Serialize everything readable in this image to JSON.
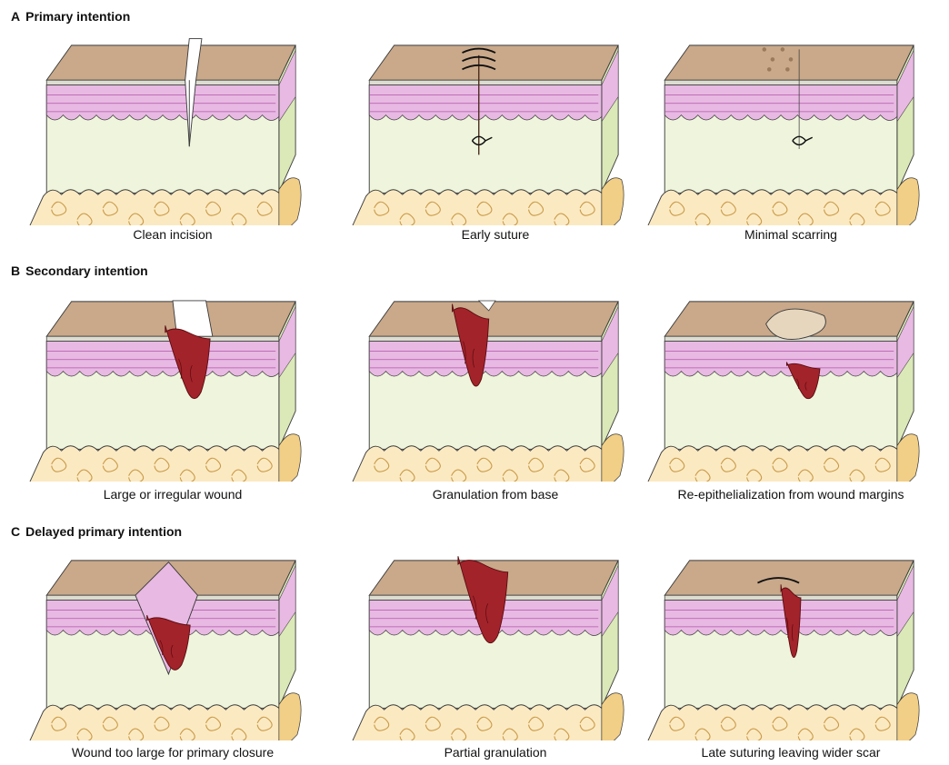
{
  "sections": [
    {
      "letter": "A",
      "title": "Primary intention",
      "panels": [
        {
          "caption": "Clean incision",
          "type": "incision"
        },
        {
          "caption": "Early suture",
          "type": "suture"
        },
        {
          "caption": "Minimal scarring",
          "type": "scar"
        }
      ]
    },
    {
      "letter": "B",
      "title": "Secondary intention",
      "panels": [
        {
          "caption": "Large or irregular wound",
          "type": "large-wound"
        },
        {
          "caption": "Granulation from base",
          "type": "granulation"
        },
        {
          "caption": "Re-epithelialization from wound margins",
          "type": "reepithelial"
        }
      ]
    },
    {
      "letter": "C",
      "title": "Delayed primary intention",
      "panels": [
        {
          "caption": "Wound too large for primary closure",
          "type": "open-wound"
        },
        {
          "caption": "Partial granulation",
          "type": "partial-granulation"
        },
        {
          "caption": "Late suturing leaving wider scar",
          "type": "late-suture"
        }
      ]
    }
  ],
  "colors": {
    "epidermis_top": "#c9a98a",
    "epidermis_stripe": "#dcdcd0",
    "dermis_pink": "#e8b9e3",
    "dermis_mesh": "#b056a8",
    "subcutis": "#eef5dc",
    "side_green": "#dbe8b8",
    "fat": "#fbe9c2",
    "fat_line": "#c99a45",
    "wound": "#a3232a",
    "outline": "#3a3a3a"
  }
}
